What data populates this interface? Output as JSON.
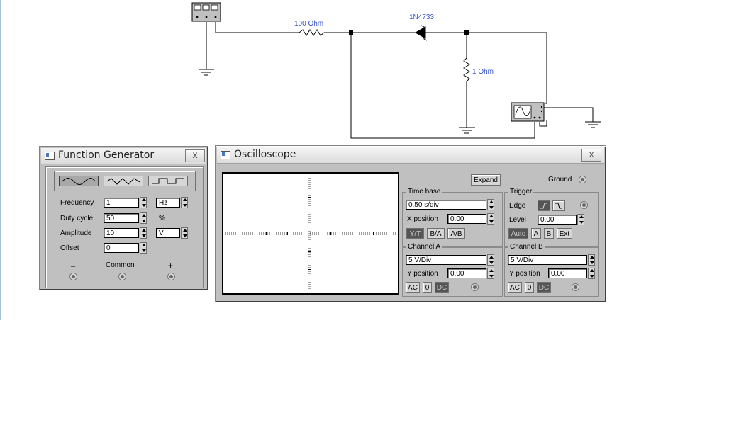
{
  "circuit": {
    "resistor1_label": "100  Ohm",
    "diode_label": "1N4733",
    "resistor2_label": "1  Ohm",
    "function_generator_icon": "function-generator-icon",
    "oscilloscope_icon": "oscilloscope-icon"
  },
  "function_generator": {
    "title": "Function Generator",
    "close_label": "X",
    "waveforms": [
      "sine",
      "triangle",
      "square"
    ],
    "frequency": {
      "label": "Frequency",
      "value": "1",
      "unit": "Hz"
    },
    "duty_cycle": {
      "label": "Duty cycle",
      "value": "50",
      "unit": "%"
    },
    "amplitude": {
      "label": "Amplitude",
      "value": "10",
      "unit": "V"
    },
    "offset": {
      "label": "Offset",
      "value": "0"
    },
    "terminals": {
      "minus": "–",
      "common": "Common",
      "plus": "+"
    }
  },
  "oscilloscope": {
    "title": "Oscilloscope",
    "close_label": "X",
    "expand_label": "Expand",
    "ground_label": "Ground",
    "time_base": {
      "label": "Time base",
      "value": "0.50 s/div",
      "x_position_label": "X position",
      "x_position": "0.00",
      "modes": [
        "Y/T",
        "B/A",
        "A/B"
      ]
    },
    "trigger": {
      "label": "Trigger",
      "edge_label": "Edge",
      "level_label": "Level",
      "level": "0.00",
      "sources": [
        "Auto",
        "A",
        "B",
        "Ext"
      ]
    },
    "channel_a": {
      "label": "Channel A",
      "scale": "5  V/Div",
      "y_position_label": "Y position",
      "y_position": "0.00",
      "coupling": [
        "AC",
        "0",
        "DC"
      ]
    },
    "channel_b": {
      "label": "Channel B",
      "scale": "5  V/Div",
      "y_position_label": "Y position",
      "y_position": "0.00",
      "coupling": [
        "AC",
        "0",
        "DC"
      ]
    }
  }
}
